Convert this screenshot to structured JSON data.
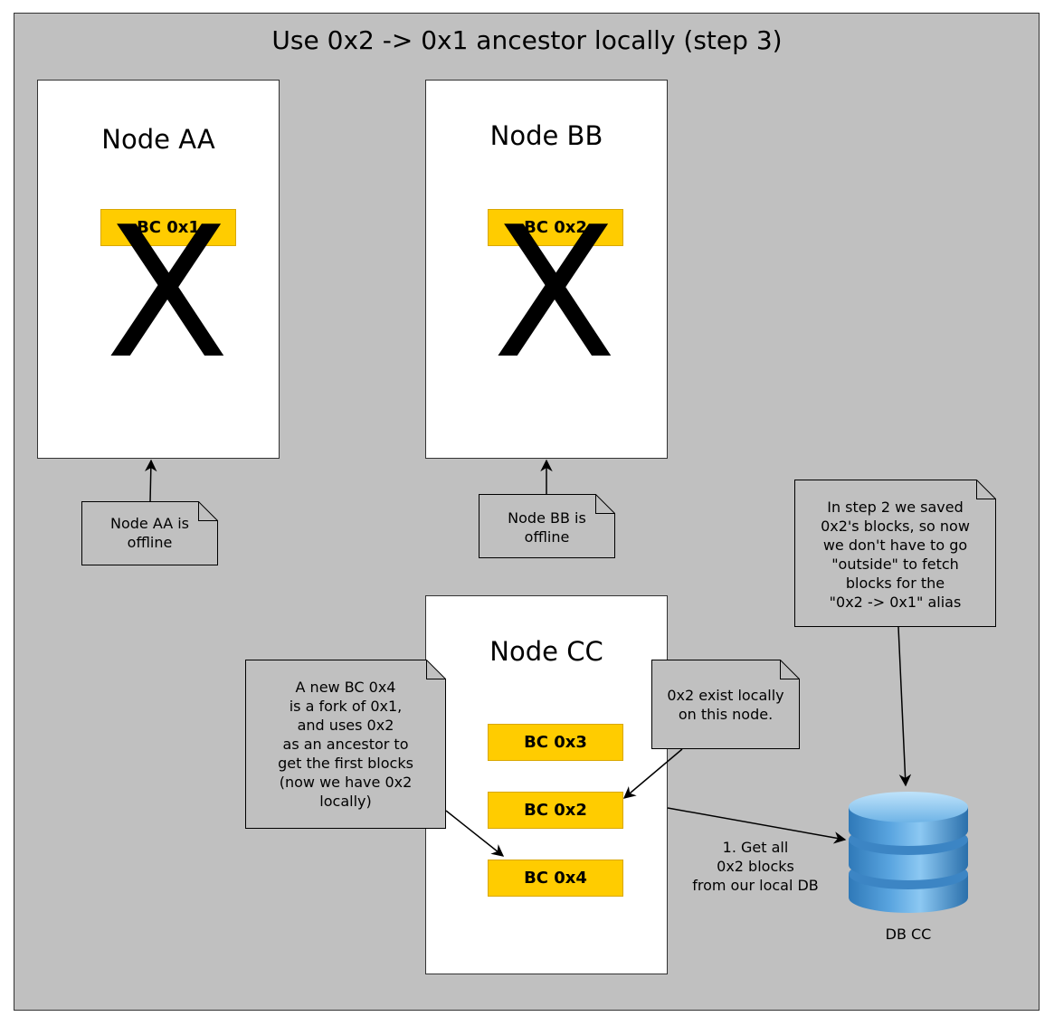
{
  "title": "Use 0x2 -> 0x1 ancestor locally (step 3)",
  "nodes": {
    "aa": {
      "title": "Node AA",
      "bc": "BC 0x1",
      "offline_mark": "X"
    },
    "bb": {
      "title": "Node BB",
      "bc": "BC 0x2",
      "offline_mark": "X"
    },
    "cc": {
      "title": "Node CC",
      "bc_items": [
        "BC 0x3",
        "BC 0x2",
        "BC 0x4"
      ]
    }
  },
  "notes": {
    "aa_offline": [
      "Node AA is",
      "offline"
    ],
    "bb_offline": [
      "Node BB is",
      "offline"
    ],
    "step2_saved": [
      "In step 2 we saved",
      "0x2's blocks, so now",
      "we don't have to go",
      "\"outside\" to fetch",
      "blocks for the",
      "\"0x2 -> 0x1\" alias"
    ],
    "new_bc": [
      "A new BC 0x4",
      "is a fork of 0x1,",
      "and uses 0x2",
      "as an ancestor to",
      "get the first blocks",
      "(now we have 0x2",
      "locally)"
    ],
    "exist_locally": [
      "0x2 exist locally",
      "on this node."
    ]
  },
  "db_label": [
    "1. Get all",
    "0x2 blocks",
    "from our local DB"
  ],
  "database": {
    "label": "DB CC"
  },
  "colors": {
    "background": "#c0c0c0",
    "block": "#ffcc00",
    "database": "#4a90c8"
  }
}
